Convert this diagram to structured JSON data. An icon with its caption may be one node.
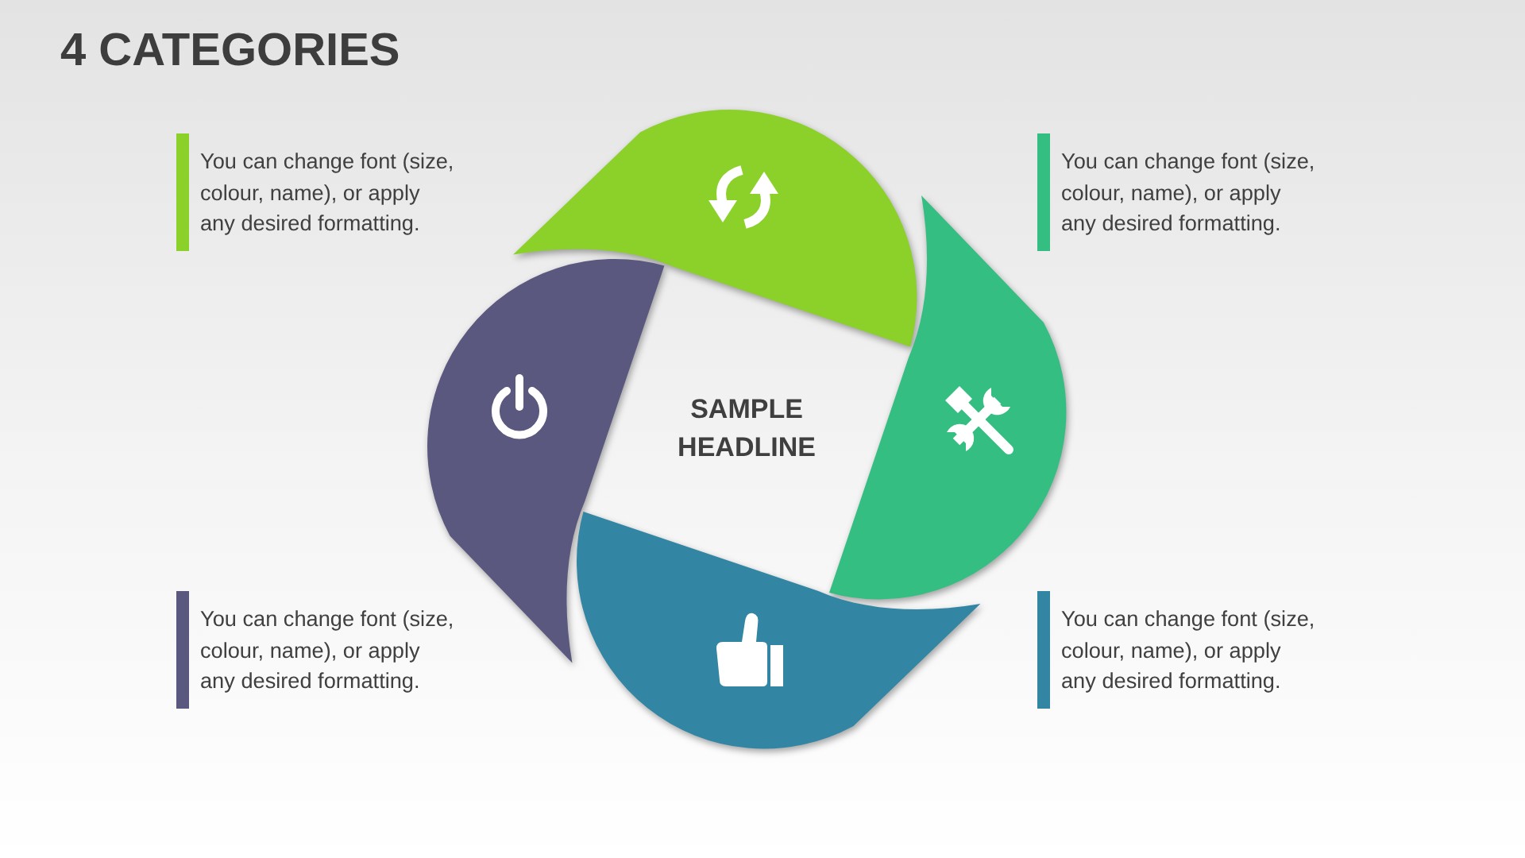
{
  "diagram": {
    "title": "4 CATEGORIES",
    "nodes": [
      {
        "text": [],
        "shape": "leaf"
      },
      {
        "text": [],
        "shape": "leaf"
      },
      {
        "text": [],
        "shape": "leaf"
      },
      {
        "text": [],
        "shape": "leaf"
      }
    ],
    "labels": [
      "SAMPLE HEADLINE"
    ],
    "legend": [
      {
        "text": "You can change font (size, colour, name), or apply any desired formatting.",
        "color": "#8bd12a"
      },
      {
        "text": "You can change font (size, colour, name), or apply any desired formatting.",
        "color": "#35be82"
      },
      {
        "text": "You can change font (size, colour, name), or apply any desired formatting.",
        "color": "#5a587f"
      },
      {
        "text": "You can change font (size, colour, name), or apply any desired formatting.",
        "color": "#3286a3"
      }
    ]
  }
}
